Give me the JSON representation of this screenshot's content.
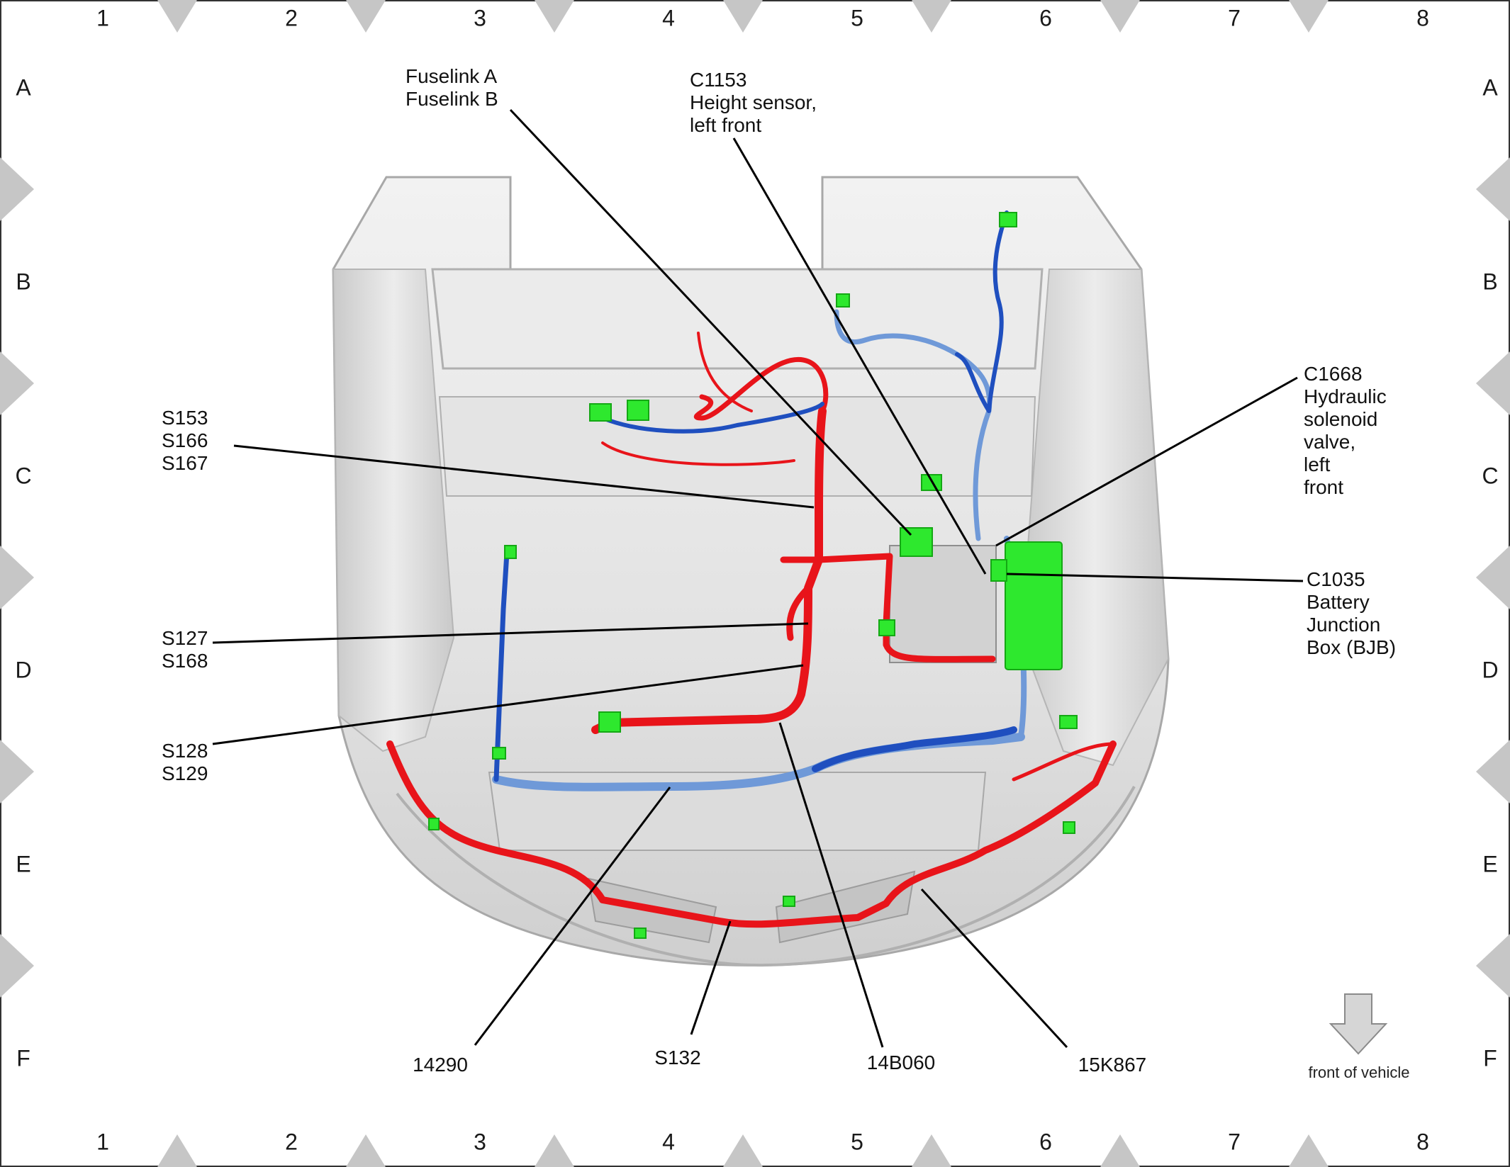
{
  "grid": {
    "columns": [
      "1",
      "2",
      "3",
      "4",
      "5",
      "6",
      "7",
      "8"
    ],
    "rows": [
      "A",
      "B",
      "C",
      "D",
      "E",
      "F"
    ]
  },
  "callouts": {
    "fuselink": [
      "Fuselink A",
      "Fuselink B"
    ],
    "c1153": [
      "C1153",
      "Height sensor,",
      "left front"
    ],
    "c1668": [
      "C1668",
      "Hydraulic",
      "solenoid",
      "valve,",
      "left",
      "front"
    ],
    "c1035": [
      "C1035",
      "Battery",
      "Junction",
      "Box (BJB)"
    ],
    "s153": [
      "S153",
      "S166",
      "S167"
    ],
    "s127": [
      "S127",
      "S168"
    ],
    "s128": [
      "S128",
      "S129"
    ],
    "h14290": "14290",
    "s132": "S132",
    "h14b060": "14B060",
    "h15k867": "15K867"
  },
  "direction": {
    "label": "front of vehicle",
    "icon": "down-arrow-icon"
  },
  "colors": {
    "harness_red": "#e8141a",
    "harness_blue": "#1f4fbf",
    "harness_light_blue": "#6f99d8",
    "connector_green": "#2ee82e",
    "body_gray": "#dcdcdc",
    "border_triangle": "#c6c6c6"
  }
}
